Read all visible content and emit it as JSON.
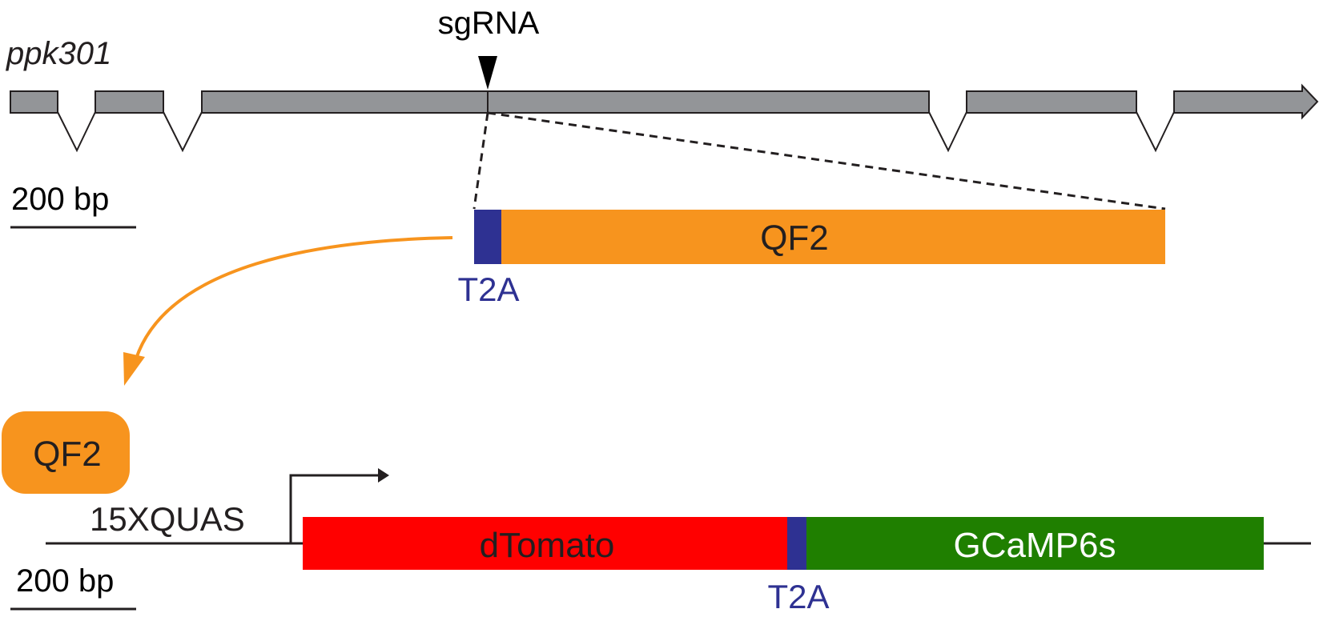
{
  "gene": {
    "name": "ppk301",
    "sgrna_label": "sgRNA"
  },
  "insert": {
    "t2a_label": "T2A",
    "qf2_label": "QF2"
  },
  "scale_bars": {
    "top": "200 bp",
    "bottom": "200 bp"
  },
  "qf2_protein": {
    "label": "QF2"
  },
  "reporter": {
    "promoter_label": "15XQUAS",
    "dtomato_label": "dTomato",
    "t2a_label": "T2A",
    "gcamp_label": "GCaMP6s"
  },
  "colors": {
    "exon": "#939598",
    "qf2": "#f7941e",
    "t2a": "#2e3192",
    "dtomato": "#ff0000",
    "gcamp": "#1f7f00",
    "line": "#231f20"
  }
}
